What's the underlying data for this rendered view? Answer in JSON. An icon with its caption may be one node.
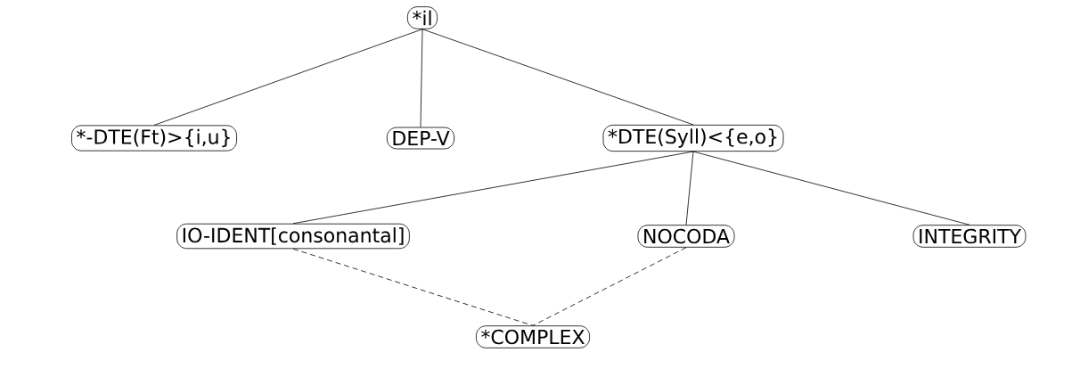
{
  "diagram": {
    "nodes": [
      {
        "text": [
          "*il"
        ]
      },
      {
        "text": [
          "*-DTE(Ft)>{i,u}"
        ]
      },
      {
        "text": [
          "DEP-V"
        ]
      },
      {
        "text": [
          "*DTE(Syll)<{e,o}"
        ]
      },
      {
        "text": [
          "IO-IDENT[consonantal]"
        ]
      },
      {
        "text": [
          "NOCODA"
        ]
      },
      {
        "text": [
          "INTEGRITY"
        ]
      },
      {
        "text": [
          "*COMPLEX"
        ]
      }
    ],
    "edges": [
      {
        "from": 0,
        "to": 1,
        "arrow": "none"
      },
      {
        "from": 0,
        "to": 2,
        "arrow": "none"
      },
      {
        "from": 0,
        "to": 3,
        "arrow": "none"
      },
      {
        "from": 3,
        "to": 4,
        "arrow": "none"
      },
      {
        "from": 3,
        "to": 5,
        "arrow": "none"
      },
      {
        "from": 3,
        "to": 6,
        "arrow": "none"
      },
      {
        "from": 4,
        "to": 7,
        "arrow": "none",
        "style": "dashed"
      },
      {
        "from": 5,
        "to": 7,
        "arrow": "none",
        "style": "dashed"
      }
    ]
  }
}
